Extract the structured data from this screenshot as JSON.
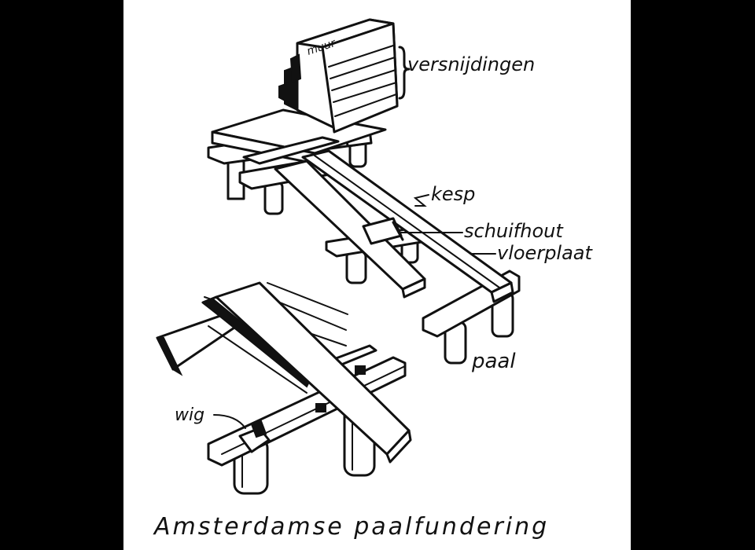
{
  "labels": {
    "muur": "muur",
    "versnijdingen": "versnijdingen",
    "kesp": "kesp",
    "schuifhout": "schuifhout",
    "vloerplaat": "vloerplaat",
    "paal": "paal",
    "wig": "wig"
  },
  "caption": "Amsterdamse paalfundering",
  "colors": {
    "ink": "#111111",
    "paper": "#ffffff",
    "background": "#000000"
  }
}
